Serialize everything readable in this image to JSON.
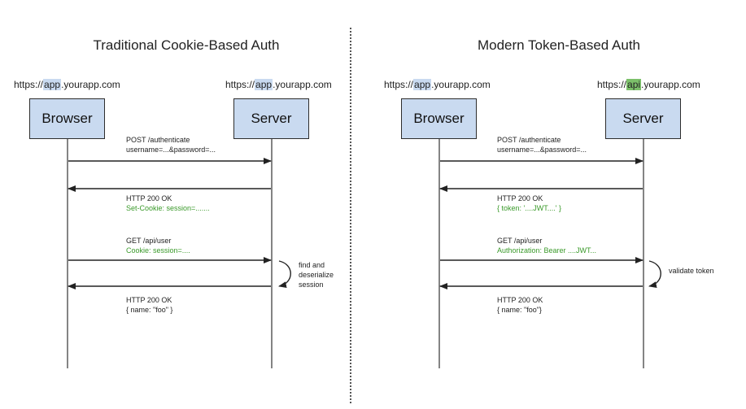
{
  "diagrams": [
    {
      "title": "Traditional Cookie-Based Auth",
      "client": {
        "url_prefix": "https://",
        "url_highlight": "app",
        "url_suffix": ".yourapp.com",
        "highlight_color": "#c9daf0",
        "label": "Browser"
      },
      "server": {
        "url_prefix": "https://",
        "url_highlight": "app",
        "url_suffix": ".yourapp.com",
        "highlight_color": "#c9daf0",
        "label": "Server"
      },
      "messages": [
        {
          "line1": "POST /authenticate",
          "line2": "username=...&password=..."
        },
        {
          "line1": "HTTP 200 OK",
          "line2": "Set-Cookie: session=......."
        },
        {
          "line1": "GET /api/user",
          "line2": "Cookie: session=...."
        },
        {
          "line1": "HTTP 200 OK",
          "line2": "{  name: \"foo\" }"
        }
      ],
      "server_note": [
        "find and",
        "deserialize",
        "session"
      ]
    },
    {
      "title": "Modern Token-Based Auth",
      "client": {
        "url_prefix": "https://",
        "url_highlight": "app",
        "url_suffix": ".yourapp.com",
        "highlight_color": "#c9daf0",
        "label": "Browser"
      },
      "server": {
        "url_prefix": "https://",
        "url_highlight": "api",
        "url_suffix": ".yourapp.com",
        "highlight_color": "#7cc06a",
        "label": "Server"
      },
      "messages": [
        {
          "line1": "POST /authenticate",
          "line2": "username=...&password=..."
        },
        {
          "line1": "HTTP 200 OK",
          "line2": "{ token: '....JWT....' }"
        },
        {
          "line1": "GET /api/user",
          "line2": "Authorization: Bearer ....JWT..."
        },
        {
          "line1": "HTTP 200 OK",
          "line2": "{ name: \"foo\"}"
        }
      ],
      "server_note": [
        "validate token"
      ]
    }
  ],
  "colors": {
    "actor_fill": "#c9daf0",
    "payload_text": "#3a9a2a"
  }
}
